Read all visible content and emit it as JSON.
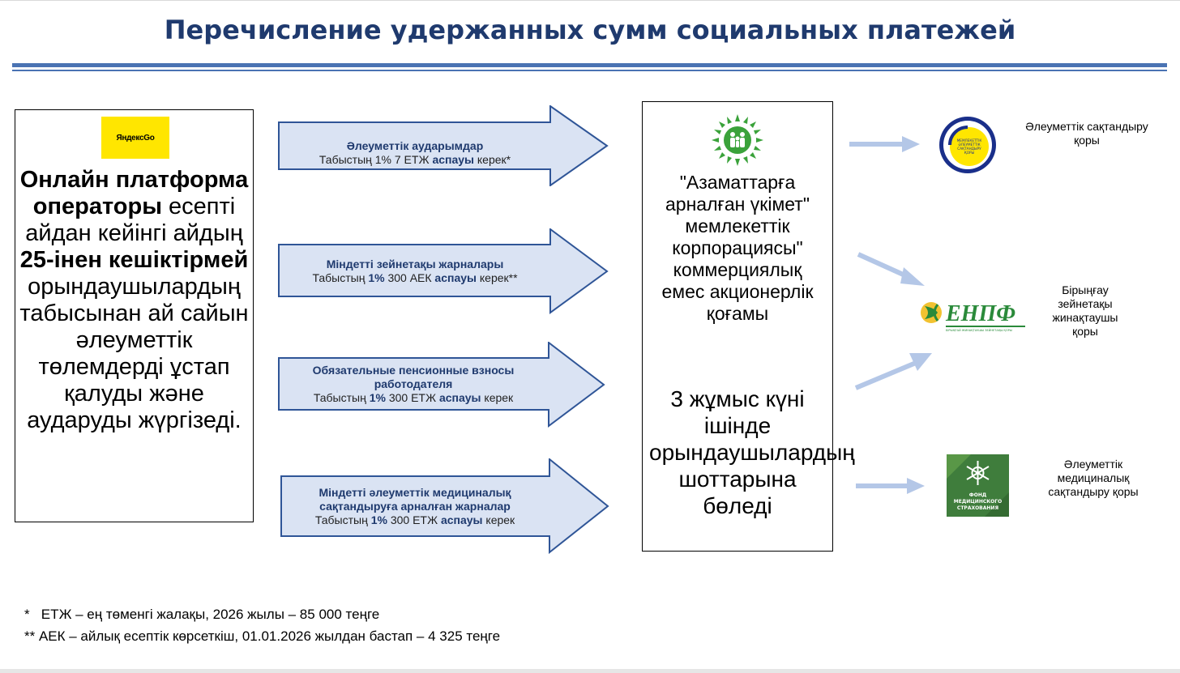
{
  "title": "Перечисление удержанных сумм социальных платежей",
  "left": {
    "logo_text": "ЯндексGo",
    "line1": "Онлайн платформа операторы",
    "line2": "есепті айдан кейінгі айдың",
    "line3": "25-інен кешіктірмей",
    "line4": "орындаушылардың табысынан ай сайын әлеуметтік төлемдерді ұстап қалуды және аударуды жүргізеді."
  },
  "arrows": [
    {
      "heading": "Әлеуметтік аударымдар",
      "pre": "Табыстың 1% 7 ЕТЖ ",
      "bold_pct": "",
      "mid": "",
      "bold": "аспауы",
      "post": " керек*"
    },
    {
      "heading": "Міндетті зейнетақы жарналары",
      "pre": "Табыстың ",
      "bold_pct": "1%",
      "mid": " 300 АЕК ",
      "bold": "аспауы",
      "post": " керек**"
    },
    {
      "heading": "Обязательные пенсионные взносы работодателя",
      "pre": "Табыстың ",
      "bold_pct": "1%",
      "mid": " 300 ЕТЖ ",
      "bold": "аспауы",
      "post": " керек"
    },
    {
      "heading": "Міндетті әлеуметтік медициналық сақтандыруға арналған жарналар",
      "pre": "Табыстың ",
      "bold_pct": "1%",
      "mid": " 300 ЕТЖ ",
      "bold": "аспауы",
      "post": " керек"
    }
  ],
  "middle": {
    "text1": "\"Азаматтарға арналған үкімет\" мемлекеттік корпорациясы\" коммерциялық емес акционерлік қоғамы",
    "text2": "3 жұмыс күні ішінде орындаушылардың шоттарына бөледі"
  },
  "funds": [
    {
      "label": "Әлеуметтік сақтандыру қоры",
      "logo_text": "МЕМЛЕКЕТТІК ӘЛЕУМЕТТІК САҚТАНДЫРУ ҚОРЫ"
    },
    {
      "label": "Бірыңғау зейнетақы жинақтаушы қоры",
      "logo_text": "ЕНПФ"
    },
    {
      "label": "Әлеуметтік медициналық сақтандыру қоры",
      "logo_text": "ФОНД МЕДИЦИНСКОГО СТРАХОВАНИЯ"
    }
  ],
  "notes": [
    "*   ЕТЖ – ең төменгі жалақы, 2026 жылы – 85 000 теңге",
    "** АЕК – айлық есептік көрсеткіш, 01.01.2026 жылдан бастап – 4 325 теңге"
  ],
  "colors": {
    "title": "#1f3a6e",
    "rule": "#4a73b3",
    "arrow_fill": "#dae3f3",
    "arrow_stroke": "#2f5597",
    "thin_arrow": "#b4c7e7",
    "yandex": "#ffe600"
  }
}
